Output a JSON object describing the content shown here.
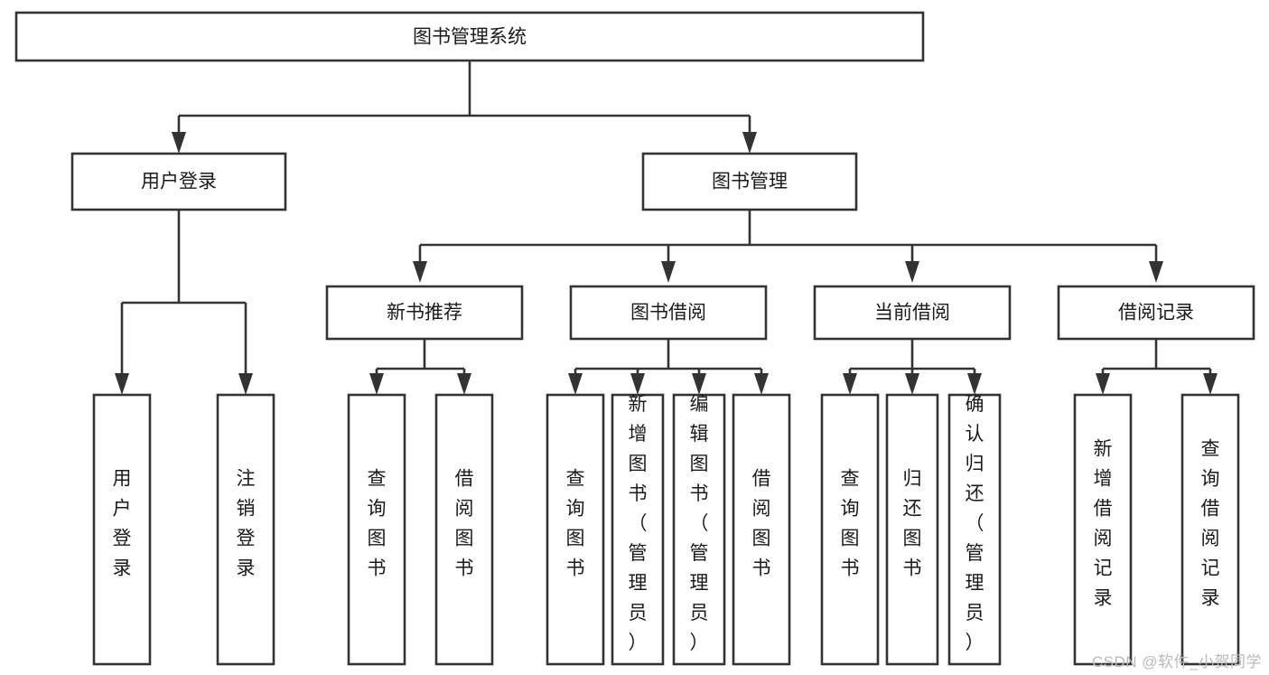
{
  "diagram": {
    "type": "tree-hierarchy-functional-decomposition",
    "title": "图书管理系统",
    "watermark": "CSDN @软件_小贺同学",
    "colors": {
      "background": "#ffffff",
      "box_fill": "#ffffff",
      "box_stroke": "#333333",
      "text": "#1a1a1a",
      "watermark": "#b9b9b9"
    },
    "levels": [
      {
        "level": 1,
        "nodes": [
          {
            "id": "root",
            "label": "图书管理系统",
            "orientation": "horizontal"
          }
        ]
      },
      {
        "level": 2,
        "nodes": [
          {
            "id": "user-login",
            "label": "用户登录",
            "orientation": "horizontal",
            "parent": "root"
          },
          {
            "id": "book-manage",
            "label": "图书管理",
            "orientation": "horizontal",
            "parent": "root"
          }
        ]
      },
      {
        "level": 3,
        "nodes": [
          {
            "id": "new-book-rec",
            "label": "新书推荐",
            "orientation": "horizontal",
            "parent": "book-manage"
          },
          {
            "id": "book-borrow",
            "label": "图书借阅",
            "orientation": "horizontal",
            "parent": "book-manage"
          },
          {
            "id": "current-borrow",
            "label": "当前借阅",
            "orientation": "horizontal",
            "parent": "book-manage"
          },
          {
            "id": "borrow-record",
            "label": "借阅记录",
            "orientation": "horizontal",
            "parent": "book-manage"
          }
        ]
      },
      {
        "level": 4,
        "nodes": [
          {
            "id": "leaf-user-login",
            "label": "用户登录",
            "orientation": "vertical",
            "parent": "user-login"
          },
          {
            "id": "leaf-logout",
            "label": "注销登录",
            "orientation": "vertical",
            "parent": "user-login"
          },
          {
            "id": "leaf-query-book-1",
            "label": "查询图书",
            "orientation": "vertical",
            "parent": "new-book-rec"
          },
          {
            "id": "leaf-borrow-book-1",
            "label": "借阅图书",
            "orientation": "vertical",
            "parent": "new-book-rec"
          },
          {
            "id": "leaf-query-book-2",
            "label": "查询图书",
            "orientation": "vertical",
            "parent": "book-borrow"
          },
          {
            "id": "leaf-add-book",
            "label": "新增图书（管理员）",
            "orientation": "vertical",
            "parent": "book-borrow"
          },
          {
            "id": "leaf-edit-book",
            "label": "编辑图书（管理员）",
            "orientation": "vertical",
            "parent": "book-borrow"
          },
          {
            "id": "leaf-borrow-book-2",
            "label": "借阅图书",
            "orientation": "vertical",
            "parent": "book-borrow"
          },
          {
            "id": "leaf-query-book-3",
            "label": "查询图书",
            "orientation": "vertical",
            "parent": "current-borrow"
          },
          {
            "id": "leaf-return-book",
            "label": "归还图书",
            "orientation": "vertical",
            "parent": "current-borrow"
          },
          {
            "id": "leaf-confirm-return",
            "label": "确认归还（管理员）",
            "orientation": "vertical",
            "parent": "current-borrow"
          },
          {
            "id": "leaf-add-record",
            "label": "新增借阅记录",
            "orientation": "vertical",
            "parent": "borrow-record"
          },
          {
            "id": "leaf-query-record",
            "label": "查询借阅记录",
            "orientation": "vertical",
            "parent": "borrow-record"
          }
        ]
      }
    ]
  }
}
